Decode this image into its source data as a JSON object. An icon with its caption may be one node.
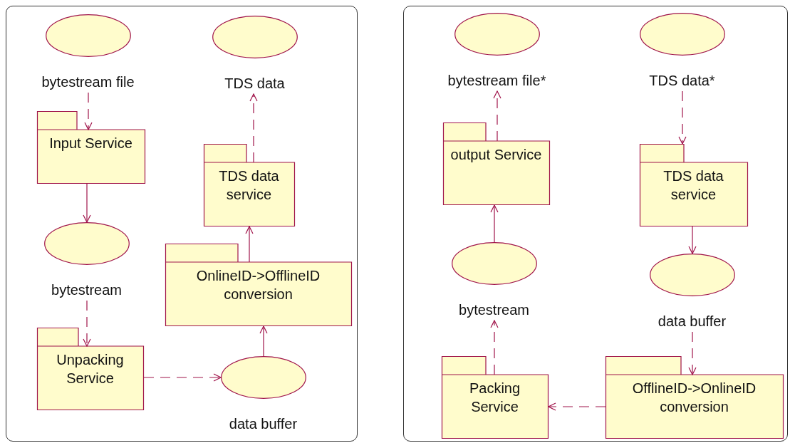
{
  "diagram": {
    "nodes": [
      {
        "text": [],
        "shape": "box"
      },
      {
        "text": [],
        "shape": "ellipse",
        "beside": [
          "bytestream file"
        ],
        "in": 0
      },
      {
        "text": [],
        "shape": "ellipse",
        "beside": [
          "TDS data"
        ],
        "in": 0
      },
      {
        "text": [
          "Input Service"
        ],
        "in": 0
      },
      {
        "text": [
          "TDS data service"
        ],
        "in": 0
      },
      {
        "text": [],
        "shape": "ellipse",
        "beside": [
          "bytestream"
        ],
        "in": 0
      },
      {
        "text": [
          "OnlineID->OfflineID conversion"
        ],
        "in": 0
      },
      {
        "text": [
          "Unpacking Service"
        ],
        "in": 0
      },
      {
        "text": [],
        "shape": "ellipse",
        "beside": [
          "data buffer"
        ],
        "in": 0
      },
      {
        "text": [],
        "shape": "box"
      },
      {
        "text": [],
        "shape": "ellipse",
        "beside": [
          "bytestream file*"
        ],
        "in": 9
      },
      {
        "text": [],
        "shape": "ellipse",
        "beside": [
          "TDS data*"
        ],
        "in": 9
      },
      {
        "text": [
          "output Service"
        ],
        "in": 9
      },
      {
        "text": [
          "TDS data service"
        ],
        "in": 9
      },
      {
        "text": [],
        "shape": "ellipse",
        "beside": [
          "bytestream"
        ],
        "in": 9
      },
      {
        "text": [],
        "shape": "ellipse",
        "beside": [
          "data buffer"
        ],
        "in": 9
      },
      {
        "text": [
          "Packing Service"
        ],
        "in": 9
      },
      {
        "text": [
          "OfflineID->OnlineID conversion"
        ],
        "in": 9
      }
    ],
    "edges": [
      {
        "from": 1,
        "to": 3,
        "arrow": "to",
        "style": "dashed"
      },
      {
        "from": 3,
        "to": 5,
        "arrow": "to"
      },
      {
        "from": 5,
        "to": 7,
        "arrow": "to",
        "style": "dashed"
      },
      {
        "from": 7,
        "to": 8,
        "arrow": "to",
        "style": "dashed"
      },
      {
        "from": 8,
        "to": 6,
        "arrow": "to"
      },
      {
        "from": 6,
        "to": 4,
        "arrow": "to"
      },
      {
        "from": 4,
        "to": 2,
        "arrow": "to",
        "style": "dashed"
      },
      {
        "from": 11,
        "to": 13,
        "arrow": "to",
        "style": "dashed"
      },
      {
        "from": 13,
        "to": 15,
        "arrow": "to"
      },
      {
        "from": 15,
        "to": 17,
        "arrow": "to",
        "style": "dashed"
      },
      {
        "from": 17,
        "to": 16,
        "arrow": "to",
        "style": "dashed"
      },
      {
        "from": 16,
        "to": 14,
        "arrow": "to",
        "style": "dashed"
      },
      {
        "from": 14,
        "to": 12,
        "arrow": "to"
      },
      {
        "from": 12,
        "to": 10,
        "arrow": "to",
        "style": "dashed"
      }
    ]
  }
}
